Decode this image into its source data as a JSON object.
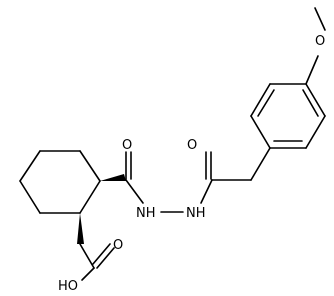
{
  "colors": {
    "bond": "#000000",
    "background": "#ffffff"
  },
  "atom_labels": {
    "ketone_o_left": "O",
    "ketone_o_right": "O",
    "ether_o": "O",
    "methyl_ch3": "",
    "hydrazide_nh_left": "NH",
    "hydrazide_nh_right": "NH",
    "acid_oh": "HO",
    "acid_o": "O"
  }
}
